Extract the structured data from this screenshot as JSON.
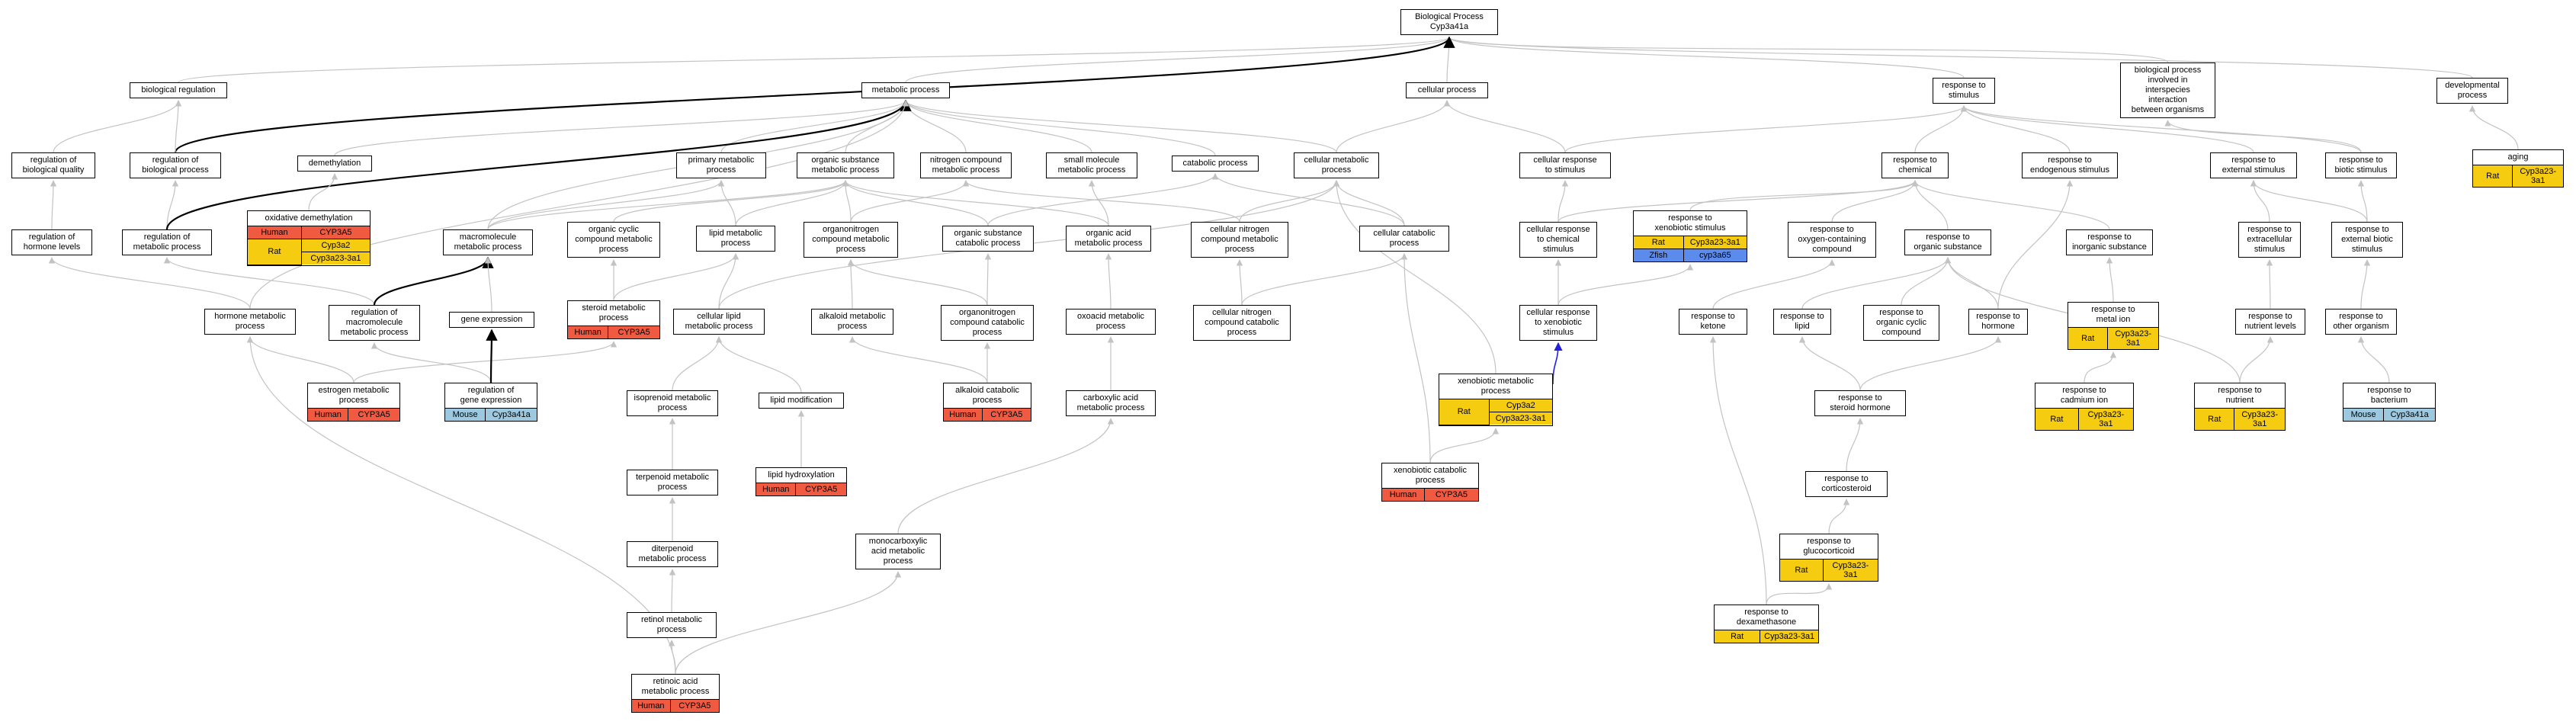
{
  "colors": {
    "human": "#ef5a40",
    "rat": "#f6cc10",
    "mouse": "#9cc9e0",
    "zfish": "#5b8bec",
    "edge": "#c3c3c3",
    "edge_strong": "#000000",
    "edge_blue": "#2222dd"
  },
  "nodes": [
    {
      "id": "root",
      "label": "Biological Process\nCyp3a41a"
    },
    {
      "id": "bioreg",
      "label": "biological regulation"
    },
    {
      "id": "metab",
      "label": "metabolic process"
    },
    {
      "id": "cellproc",
      "label": "cellular process"
    },
    {
      "id": "respstim",
      "label": "response to\nstimulus"
    },
    {
      "id": "interspec",
      "label": "biological process\ninvolved in\ninterspecies\ninteraction\nbetween organisms"
    },
    {
      "id": "develop",
      "label": "developmental\nprocess"
    },
    {
      "id": "regbioqual",
      "label": "regulation of\nbiological quality"
    },
    {
      "id": "regbioproc",
      "label": "regulation of\nbiological process"
    },
    {
      "id": "demeth",
      "label": "demethylation"
    },
    {
      "id": "primmet",
      "label": "primary metabolic\nprocess"
    },
    {
      "id": "orgsub",
      "label": "organic substance\nmetabolic process"
    },
    {
      "id": "nitrocomp",
      "label": "nitrogen compound\nmetabolic process"
    },
    {
      "id": "smallmol",
      "label": "small molecule\nmetabolic process"
    },
    {
      "id": "catab",
      "label": "catabolic process"
    },
    {
      "id": "cellmet",
      "label": "cellular metabolic\nprocess"
    },
    {
      "id": "cellrespstim",
      "label": "cellular response\nto stimulus"
    },
    {
      "id": "respchem",
      "label": "response to\nchemical"
    },
    {
      "id": "respendo",
      "label": "response to\nendogenous stimulus"
    },
    {
      "id": "respext",
      "label": "response to\nexternal stimulus"
    },
    {
      "id": "respbiotic",
      "label": "response to\nbiotic stimulus"
    },
    {
      "id": "aging",
      "label": "aging",
      "ann": [
        [
          "Rat",
          "Cyp3a23-3a1"
        ]
      ]
    },
    {
      "id": "reghorm",
      "label": "regulation of\nhormone levels"
    },
    {
      "id": "regmetab",
      "label": "regulation of\nmetabolic process"
    },
    {
      "id": "oxdemeth",
      "label": "oxidative demethylation",
      "ann": [
        [
          "Human",
          "CYP3A5"
        ],
        [
          "Rat",
          "Cyp3a2",
          "Cyp3a23-3a1"
        ]
      ]
    },
    {
      "id": "macromol",
      "label": "macromolecule\nmetabolic process"
    },
    {
      "id": "orgcyc",
      "label": "organic cyclic\ncompound metabolic\nprocess"
    },
    {
      "id": "lipmet",
      "label": "lipid metabolic\nprocess"
    },
    {
      "id": "organonit",
      "label": "organonitrogen\ncompound metabolic\nprocess"
    },
    {
      "id": "orgsubcat",
      "label": "organic substance\ncatabolic process"
    },
    {
      "id": "orgacid",
      "label": "organic acid\nmetabolic process"
    },
    {
      "id": "cellnitro",
      "label": "cellular nitrogen\ncompound metabolic\nprocess"
    },
    {
      "id": "cellcat",
      "label": "cellular catabolic\nprocess"
    },
    {
      "id": "cellrespchem",
      "label": "cellular response\nto chemical\nstimulus"
    },
    {
      "id": "respxeno",
      "label": "response to\nxenobiotic stimulus",
      "ann": [
        [
          "Rat",
          "Cyp3a23-3a1"
        ],
        [
          "Zfish",
          "cyp3a65"
        ]
      ]
    },
    {
      "id": "respoxy",
      "label": "response to\noxygen-containing\ncompound"
    },
    {
      "id": "resporgsub",
      "label": "response to\norganic substance"
    },
    {
      "id": "respinorg",
      "label": "response to\ninorganic substance"
    },
    {
      "id": "respextra",
      "label": "response to\nextracellular\nstimulus"
    },
    {
      "id": "respextbio",
      "label": "response to\nexternal biotic\nstimulus"
    },
    {
      "id": "hormmet",
      "label": "hormone metabolic\nprocess"
    },
    {
      "id": "regmacro",
      "label": "regulation of\nmacromolecule\nmetabolic process"
    },
    {
      "id": "geneexp",
      "label": "gene expression"
    },
    {
      "id": "steroid",
      "label": "steroid metabolic\nprocess",
      "ann": [
        [
          "Human",
          "CYP3A5"
        ]
      ]
    },
    {
      "id": "celllipid",
      "label": "cellular lipid\nmetabolic process"
    },
    {
      "id": "alkmet",
      "label": "alkaloid metabolic\nprocess"
    },
    {
      "id": "organocat",
      "label": "organonitrogen\ncompound catabolic\nprocess"
    },
    {
      "id": "oxoacid",
      "label": "oxoacid metabolic\nprocess"
    },
    {
      "id": "cellnitrocat",
      "label": "cellular nitrogen\ncompound catabolic\nprocess"
    },
    {
      "id": "cellrespxeno",
      "label": "cellular response\nto xenobiotic\nstimulus"
    },
    {
      "id": "respketone",
      "label": "response to\nketone"
    },
    {
      "id": "resplipid",
      "label": "response to\nlipid"
    },
    {
      "id": "resporgcyc",
      "label": "response to\norganic cyclic\ncompound"
    },
    {
      "id": "resphorm",
      "label": "response to\nhormone"
    },
    {
      "id": "respmetal",
      "label": "response to\nmetal ion",
      "ann": [
        [
          "Rat",
          "Cyp3a23-3a1"
        ]
      ]
    },
    {
      "id": "respnutlev",
      "label": "response to\nnutrient levels"
    },
    {
      "id": "respother",
      "label": "response to\nother organism"
    },
    {
      "id": "estrogen",
      "label": "estrogen metabolic\nprocess",
      "ann": [
        [
          "Human",
          "CYP3A5"
        ]
      ]
    },
    {
      "id": "reggene",
      "label": "regulation of\ngene expression",
      "ann": [
        [
          "Mouse",
          "Cyp3a41a"
        ]
      ]
    },
    {
      "id": "isopren",
      "label": "isoprenoid metabolic\nprocess"
    },
    {
      "id": "lipmod",
      "label": "lipid modification"
    },
    {
      "id": "alkcat",
      "label": "alkaloid catabolic\nprocess",
      "ann": [
        [
          "Human",
          "CYP3A5"
        ]
      ]
    },
    {
      "id": "carbox",
      "label": "carboxylic acid\nmetabolic process"
    },
    {
      "id": "xenomet",
      "label": "xenobiotic metabolic\nprocess",
      "ann": [
        [
          "Rat",
          "Cyp3a2",
          "Cyp3a23-3a1"
        ]
      ]
    },
    {
      "id": "respster",
      "label": "response to\nsteroid hormone"
    },
    {
      "id": "respcad",
      "label": "response to\ncadmium ion",
      "ann": [
        [
          "Rat",
          "Cyp3a23-3a1"
        ]
      ]
    },
    {
      "id": "respnut",
      "label": "response to\nnutrient",
      "ann": [
        [
          "Rat",
          "Cyp3a23-3a1"
        ]
      ]
    },
    {
      "id": "respbact",
      "label": "response to\nbacterium",
      "ann": [
        [
          "Mouse",
          "Cyp3a41a"
        ]
      ]
    },
    {
      "id": "terpen",
      "label": "terpenoid metabolic\nprocess"
    },
    {
      "id": "liphydrox",
      "label": "lipid hydroxylation",
      "ann": [
        [
          "Human",
          "CYP3A5"
        ]
      ]
    },
    {
      "id": "xenocat",
      "label": "xenobiotic catabolic\nprocess",
      "ann": [
        [
          "Human",
          "CYP3A5"
        ]
      ]
    },
    {
      "id": "respcort",
      "label": "response to\ncorticosteroid"
    },
    {
      "id": "diterpen",
      "label": "diterpenoid\nmetabolic process"
    },
    {
      "id": "monocarb",
      "label": "monocarboxylic\nacid metabolic\nprocess"
    },
    {
      "id": "respgluco",
      "label": "response to\nglucocorticoid",
      "ann": [
        [
          "Rat",
          "Cyp3a23-3a1"
        ]
      ]
    },
    {
      "id": "retinol",
      "label": "retinol metabolic\nprocess"
    },
    {
      "id": "respdexa",
      "label": "response to\ndexamethasone",
      "ann": [
        [
          "Rat",
          "Cyp3a23-3a1"
        ]
      ]
    },
    {
      "id": "retacid",
      "label": "retinoic acid\nmetabolic process",
      "ann": [
        [
          "Human",
          "CYP3A5"
        ]
      ]
    }
  ],
  "edges": [
    [
      "bioreg",
      "root"
    ],
    [
      "metab",
      "root"
    ],
    [
      "cellproc",
      "root"
    ],
    [
      "respstim",
      "root"
    ],
    [
      "interspec",
      "root"
    ],
    [
      "develop",
      "root"
    ],
    [
      "regbioproc",
      "root",
      "strong"
    ],
    [
      "regbioqual",
      "bioreg"
    ],
    [
      "regbioproc",
      "bioreg"
    ],
    [
      "demeth",
      "metab"
    ],
    [
      "primmet",
      "metab"
    ],
    [
      "orgsub",
      "metab"
    ],
    [
      "nitrocomp",
      "metab"
    ],
    [
      "smallmol",
      "metab"
    ],
    [
      "catab",
      "metab"
    ],
    [
      "cellmet",
      "metab"
    ],
    [
      "macromol",
      "metab"
    ],
    [
      "cellmet",
      "cellproc"
    ],
    [
      "cellrespstim",
      "cellproc"
    ],
    [
      "respchem",
      "respstim"
    ],
    [
      "respendo",
      "respstim"
    ],
    [
      "respext",
      "respstim"
    ],
    [
      "respbiotic",
      "respstim"
    ],
    [
      "cellrespstim",
      "respstim"
    ],
    [
      "respbiotic",
      "interspec"
    ],
    [
      "aging",
      "develop"
    ],
    [
      "reghorm",
      "regbioqual"
    ],
    [
      "regmetab",
      "regbioproc"
    ],
    [
      "regmetab",
      "metab",
      "strong"
    ],
    [
      "oxdemeth",
      "demeth"
    ],
    [
      "macromol",
      "primmet"
    ],
    [
      "macromol",
      "orgsub"
    ],
    [
      "orgcyc",
      "orgsub"
    ],
    [
      "lipmet",
      "primmet"
    ],
    [
      "lipmet",
      "orgsub"
    ],
    [
      "organonit",
      "orgsub"
    ],
    [
      "organonit",
      "nitrocomp"
    ],
    [
      "orgsubcat",
      "orgsub"
    ],
    [
      "orgsubcat",
      "catab"
    ],
    [
      "orgacid",
      "smallmol"
    ],
    [
      "orgacid",
      "orgsub"
    ],
    [
      "cellnitro",
      "nitrocomp"
    ],
    [
      "cellnitro",
      "cellmet"
    ],
    [
      "cellcat",
      "cellmet"
    ],
    [
      "cellcat",
      "catab"
    ],
    [
      "cellrespchem",
      "cellrespstim"
    ],
    [
      "cellrespchem",
      "respchem"
    ],
    [
      "respxeno",
      "respchem"
    ],
    [
      "respoxy",
      "respchem"
    ],
    [
      "resporgsub",
      "respchem"
    ],
    [
      "respinorg",
      "respchem"
    ],
    [
      "respextra",
      "respext"
    ],
    [
      "respextbio",
      "respext"
    ],
    [
      "respextbio",
      "respbiotic"
    ],
    [
      "hormmet",
      "reghorm"
    ],
    [
      "hormmet",
      "metab"
    ],
    [
      "regmacro",
      "regmetab"
    ],
    [
      "regmacro",
      "macromol",
      "strong"
    ],
    [
      "geneexp",
      "macromol"
    ],
    [
      "steroid",
      "orgcyc"
    ],
    [
      "steroid",
      "lipmet"
    ],
    [
      "celllipid",
      "lipmet"
    ],
    [
      "celllipid",
      "cellmet"
    ],
    [
      "alkmet",
      "organonit"
    ],
    [
      "organocat",
      "organonit"
    ],
    [
      "organocat",
      "orgsubcat"
    ],
    [
      "oxoacid",
      "orgacid"
    ],
    [
      "cellnitrocat",
      "cellnitro"
    ],
    [
      "cellnitrocat",
      "cellcat"
    ],
    [
      "cellrespxeno",
      "cellrespchem"
    ],
    [
      "cellrespxeno",
      "respxeno"
    ],
    [
      "respketone",
      "respoxy"
    ],
    [
      "resplipid",
      "resporgsub"
    ],
    [
      "resporgcyc",
      "resporgsub"
    ],
    [
      "resphorm",
      "resporgsub"
    ],
    [
      "resphorm",
      "respendo"
    ],
    [
      "respmetal",
      "respinorg"
    ],
    [
      "respnutlev",
      "respextra"
    ],
    [
      "respother",
      "respextbio"
    ],
    [
      "estrogen",
      "hormmet"
    ],
    [
      "estrogen",
      "steroid"
    ],
    [
      "reggene",
      "regmacro"
    ],
    [
      "reggene",
      "geneexp",
      "strong"
    ],
    [
      "isopren",
      "celllipid"
    ],
    [
      "lipmod",
      "celllipid"
    ],
    [
      "alkcat",
      "alkmet"
    ],
    [
      "alkcat",
      "organocat"
    ],
    [
      "carbox",
      "oxoacid"
    ],
    [
      "xenomet",
      "cellmet"
    ],
    [
      "xenomet",
      "cellrespxeno",
      "blue"
    ],
    [
      "respster",
      "resplipid"
    ],
    [
      "respster",
      "resphorm"
    ],
    [
      "respcad",
      "respmetal"
    ],
    [
      "respnut",
      "respnutlev"
    ],
    [
      "respnut",
      "resporgsub"
    ],
    [
      "respbact",
      "respother"
    ],
    [
      "terpen",
      "isopren"
    ],
    [
      "liphydrox",
      "lipmod"
    ],
    [
      "xenocat",
      "xenomet"
    ],
    [
      "xenocat",
      "cellcat"
    ],
    [
      "respcort",
      "respster"
    ],
    [
      "diterpen",
      "terpen"
    ],
    [
      "monocarb",
      "carbox"
    ],
    [
      "respgluco",
      "respcort"
    ],
    [
      "retinol",
      "diterpen"
    ],
    [
      "respdexa",
      "respgluco"
    ],
    [
      "respdexa",
      "respketone"
    ],
    [
      "retacid",
      "retinol"
    ],
    [
      "retacid",
      "monocarb"
    ],
    [
      "retacid",
      "hormmet"
    ]
  ]
}
